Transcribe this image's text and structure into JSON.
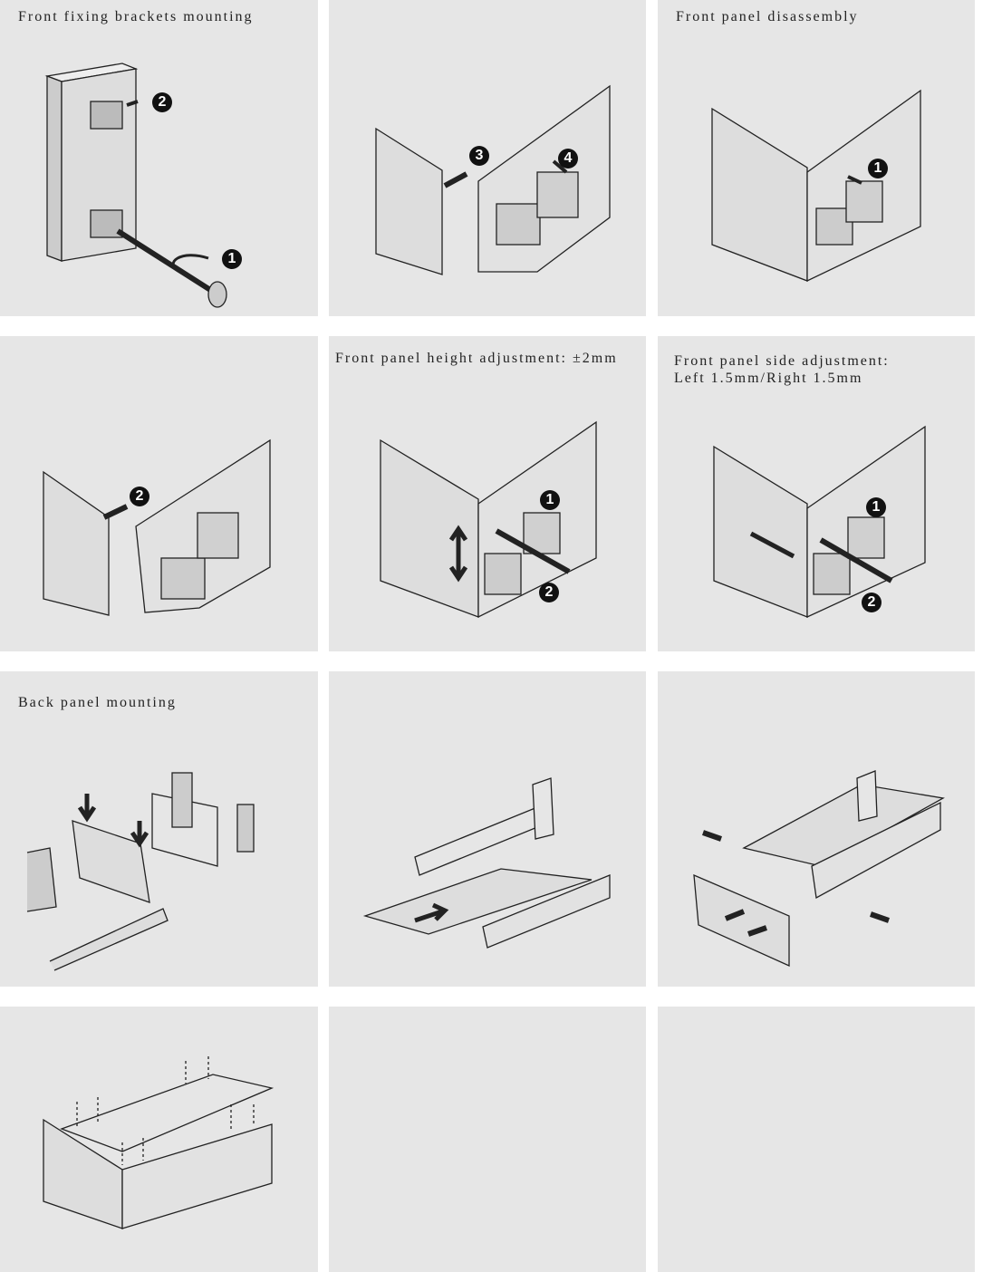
{
  "panels": [
    {
      "title": "Front fixing brackets mounting",
      "steps": [
        "2",
        "1"
      ]
    },
    {
      "title": "",
      "steps": [
        "3",
        "4"
      ]
    },
    {
      "title": "Front panel disassembly",
      "steps": [
        "1"
      ]
    },
    {
      "title": "",
      "steps": [
        "2"
      ]
    },
    {
      "title": "Front panel height adjustment: ±2mm",
      "steps": [
        "1",
        "2"
      ]
    },
    {
      "title": "Front panel side adjustment:\nLeft 1.5mm/Right 1.5mm",
      "steps": [
        "1",
        "2"
      ]
    },
    {
      "title": "Back panel mounting",
      "steps": []
    },
    {
      "title": "",
      "steps": []
    },
    {
      "title": "",
      "steps": []
    },
    {
      "title": "",
      "steps": []
    },
    {
      "title": "",
      "steps": []
    },
    {
      "title": "",
      "steps": []
    }
  ],
  "colors": {
    "panel_bg": "#e6e6e6",
    "line": "#222222",
    "fill": "#d9d9d9"
  }
}
